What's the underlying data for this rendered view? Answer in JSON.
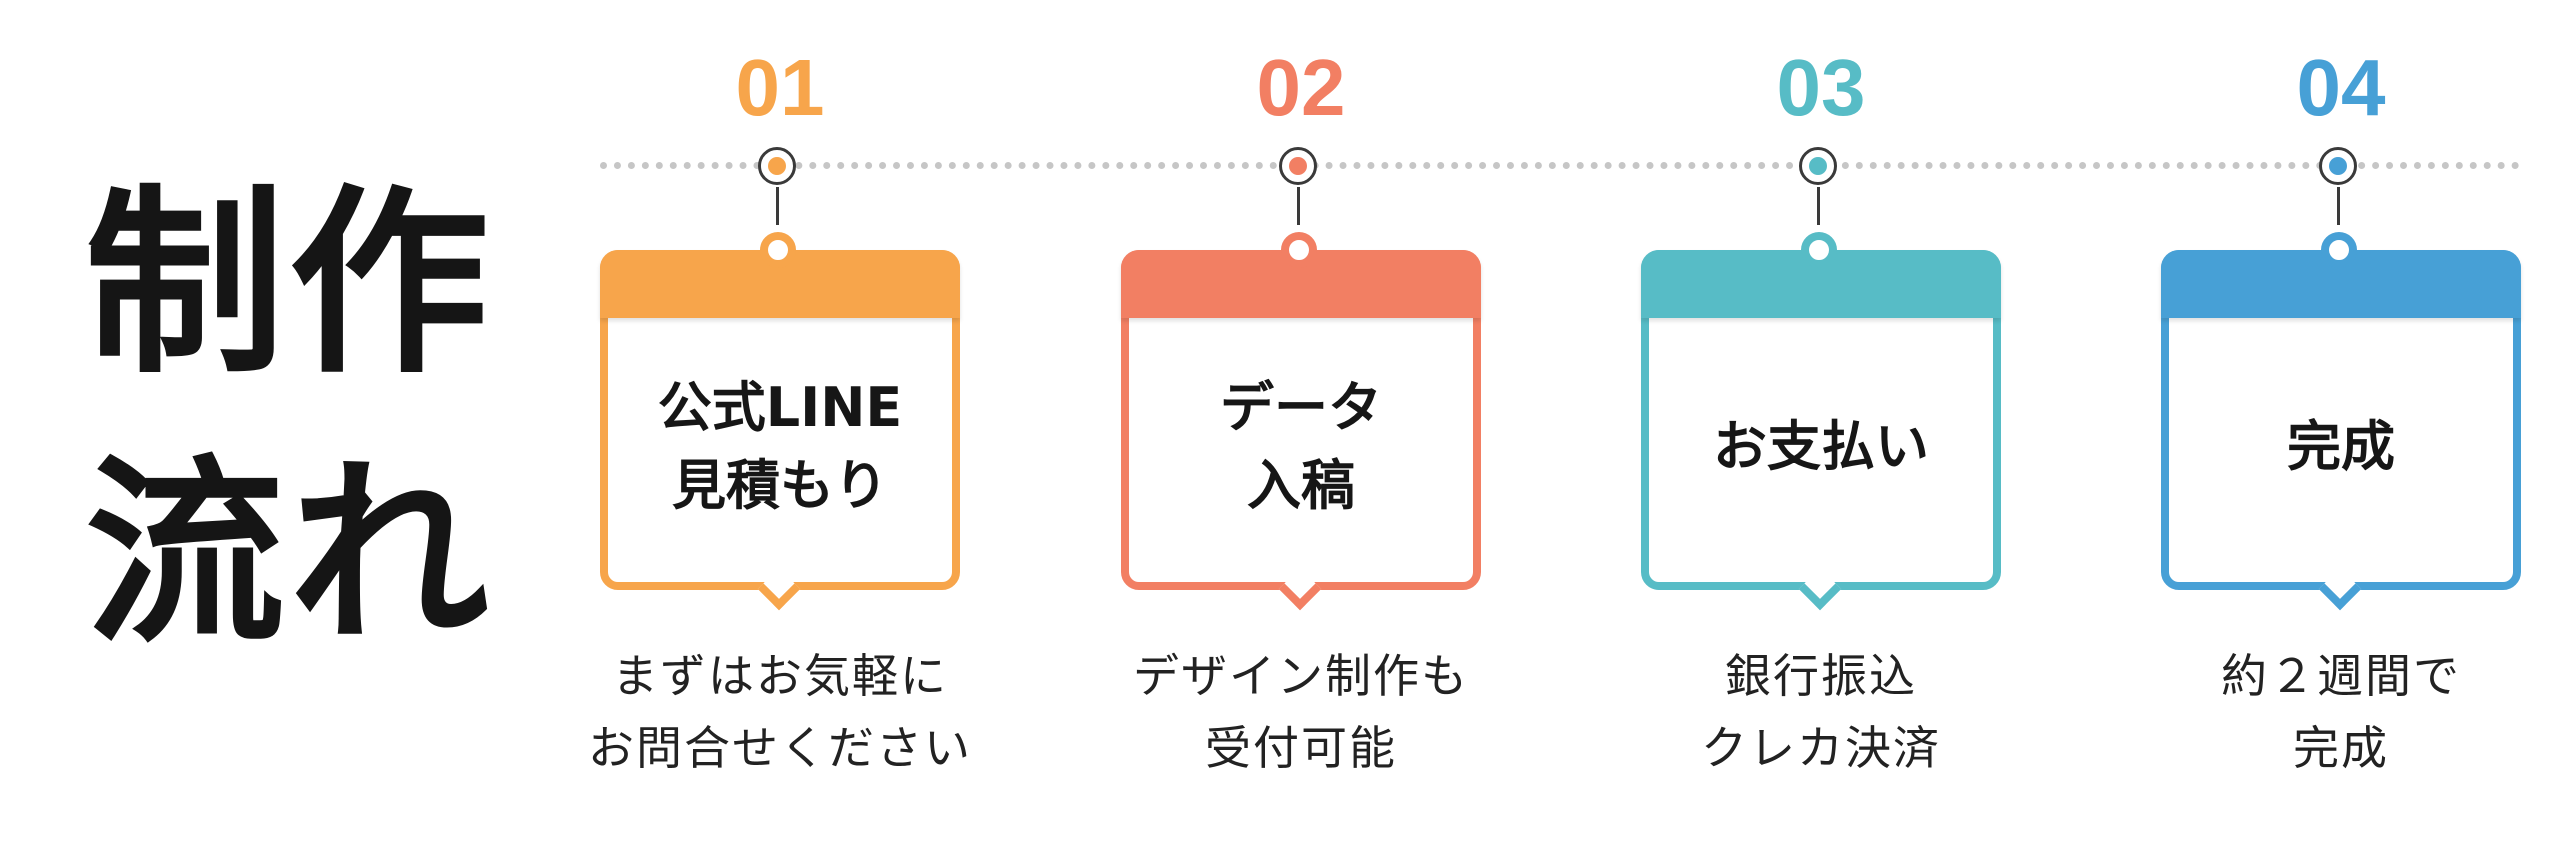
{
  "title": {
    "line1": "制作",
    "line2": "流れ"
  },
  "colors": {
    "step1": "#f7a54b",
    "step2": "#f27f63",
    "step3": "#57bcc6",
    "step4": "#47a0d6",
    "timeline": "#c6c6c6",
    "text": "#151515"
  },
  "steps": [
    {
      "number": "01",
      "card_lines": [
        "公式LINE",
        "見積もり"
      ],
      "desc_lines": [
        "まずはお気軽に",
        "お問合せください"
      ]
    },
    {
      "number": "02",
      "card_lines": [
        "データ",
        "入稿"
      ],
      "desc_lines": [
        "デザイン制作も",
        "受付可能"
      ]
    },
    {
      "number": "03",
      "card_lines": [
        "お支払い"
      ],
      "desc_lines": [
        "銀行振込",
        "クレカ決済"
      ]
    },
    {
      "number": "04",
      "card_lines": [
        "完成"
      ],
      "desc_lines": [
        "約２週間で",
        "完成"
      ]
    }
  ]
}
